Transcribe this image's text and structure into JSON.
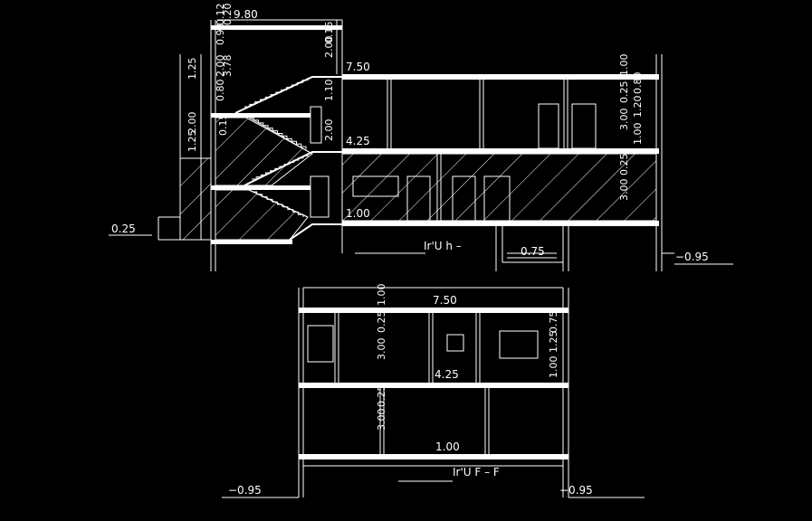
{
  "section1": {
    "title": "Ir'U h –",
    "levels": {
      "top_dim": "9.80",
      "roof": "7.50",
      "first": "4.25",
      "ground": "1.00",
      "sill": "0.75",
      "outside_left": "0.25",
      "outside_right": "−0.95"
    },
    "vertical_dims": {
      "left_1": "1.25",
      "left_2": "2.00",
      "left_3": "1.25",
      "stair_1": "0.98",
      "stair_2": "2.00",
      "stair_3": "3.78",
      "stair_4": "0.80",
      "stair_5": "0.15",
      "stair_6": "0.20",
      "stair_7": "0.12",
      "mid_1": "2.00",
      "mid_2": "0.15",
      "mid_3": "1.10",
      "mid_4": "2.00",
      "right_1": "1.00",
      "right_2": "3.00",
      "right_3": "0.25",
      "right_4": "1.00",
      "right_5": "1.20",
      "right_6": "0.80",
      "right_7": "0.25",
      "right_8": "3.00"
    }
  },
  "section2": {
    "title": "Ir'U F – F",
    "levels": {
      "roof": "7.50",
      "first": "4.25",
      "ground": "1.00",
      "outside_left": "−0.95",
      "outside_right": "−0.95"
    },
    "vertical_dims": {
      "a": "1.00",
      "b": "3.00",
      "c": "0.25",
      "d": "3.00",
      "e": "0.25",
      "f": "1.00",
      "g": "1.25",
      "h": "0.75"
    }
  }
}
